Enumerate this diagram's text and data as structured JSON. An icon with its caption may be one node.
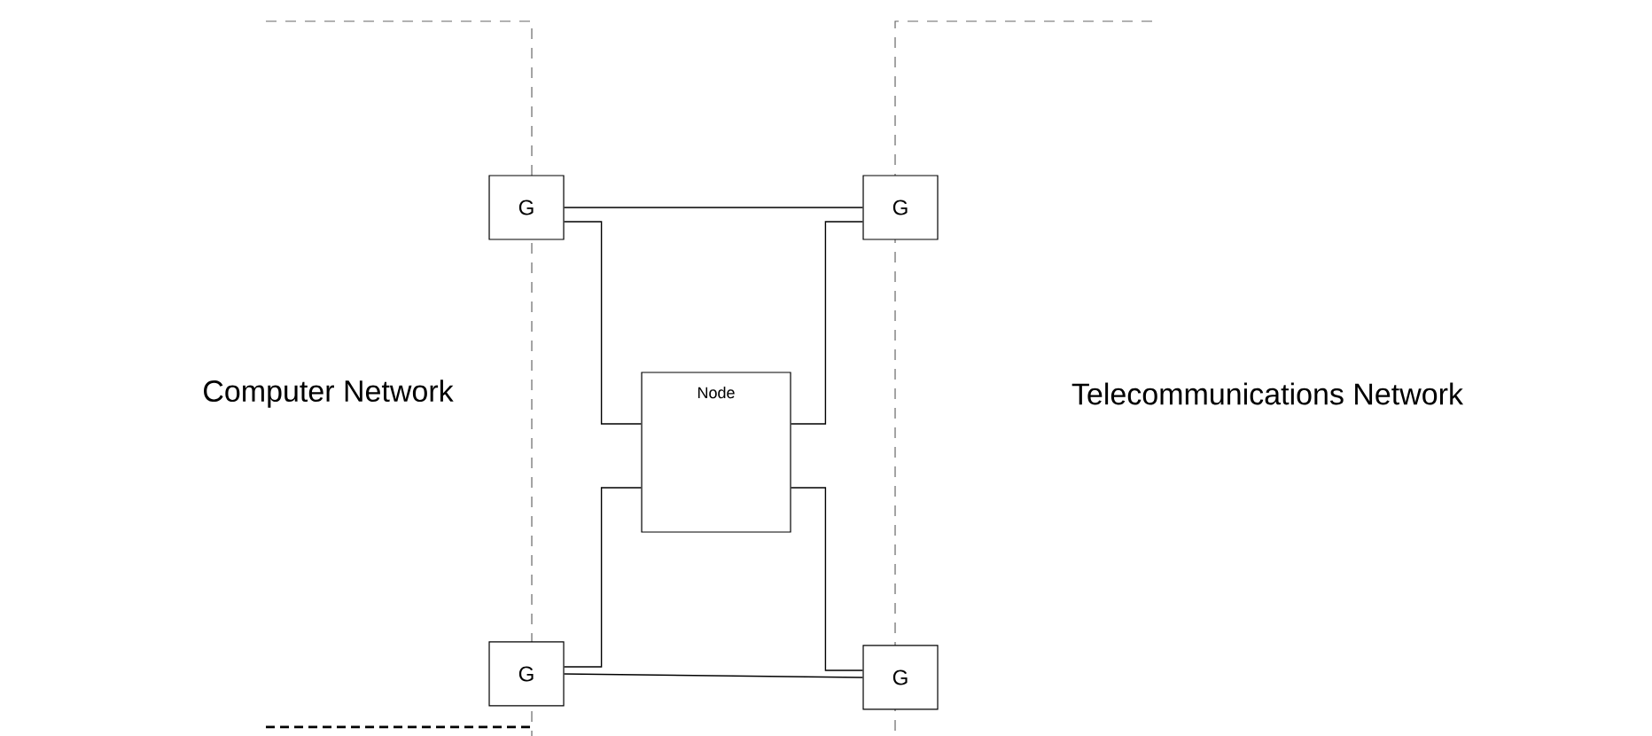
{
  "diagram": {
    "nodes": [
      {
        "text": [
          "G"
        ]
      },
      {
        "text": [
          "G"
        ]
      },
      {
        "text": [
          "Node"
        ]
      },
      {
        "text": [
          "G"
        ]
      },
      {
        "text": [
          "G"
        ]
      }
    ],
    "edges": [
      {
        "from": 0,
        "to": 1,
        "arrow": "none"
      },
      {
        "from": 0,
        "to": 2,
        "arrow": "none"
      },
      {
        "from": 1,
        "to": 2,
        "arrow": "none"
      },
      {
        "from": 2,
        "to": 3,
        "arrow": "none"
      },
      {
        "from": 2,
        "to": 4,
        "arrow": "none"
      },
      {
        "from": 3,
        "to": 4,
        "arrow": "none"
      }
    ],
    "labels": [
      "Computer Network",
      "Telecommunications Network"
    ]
  }
}
